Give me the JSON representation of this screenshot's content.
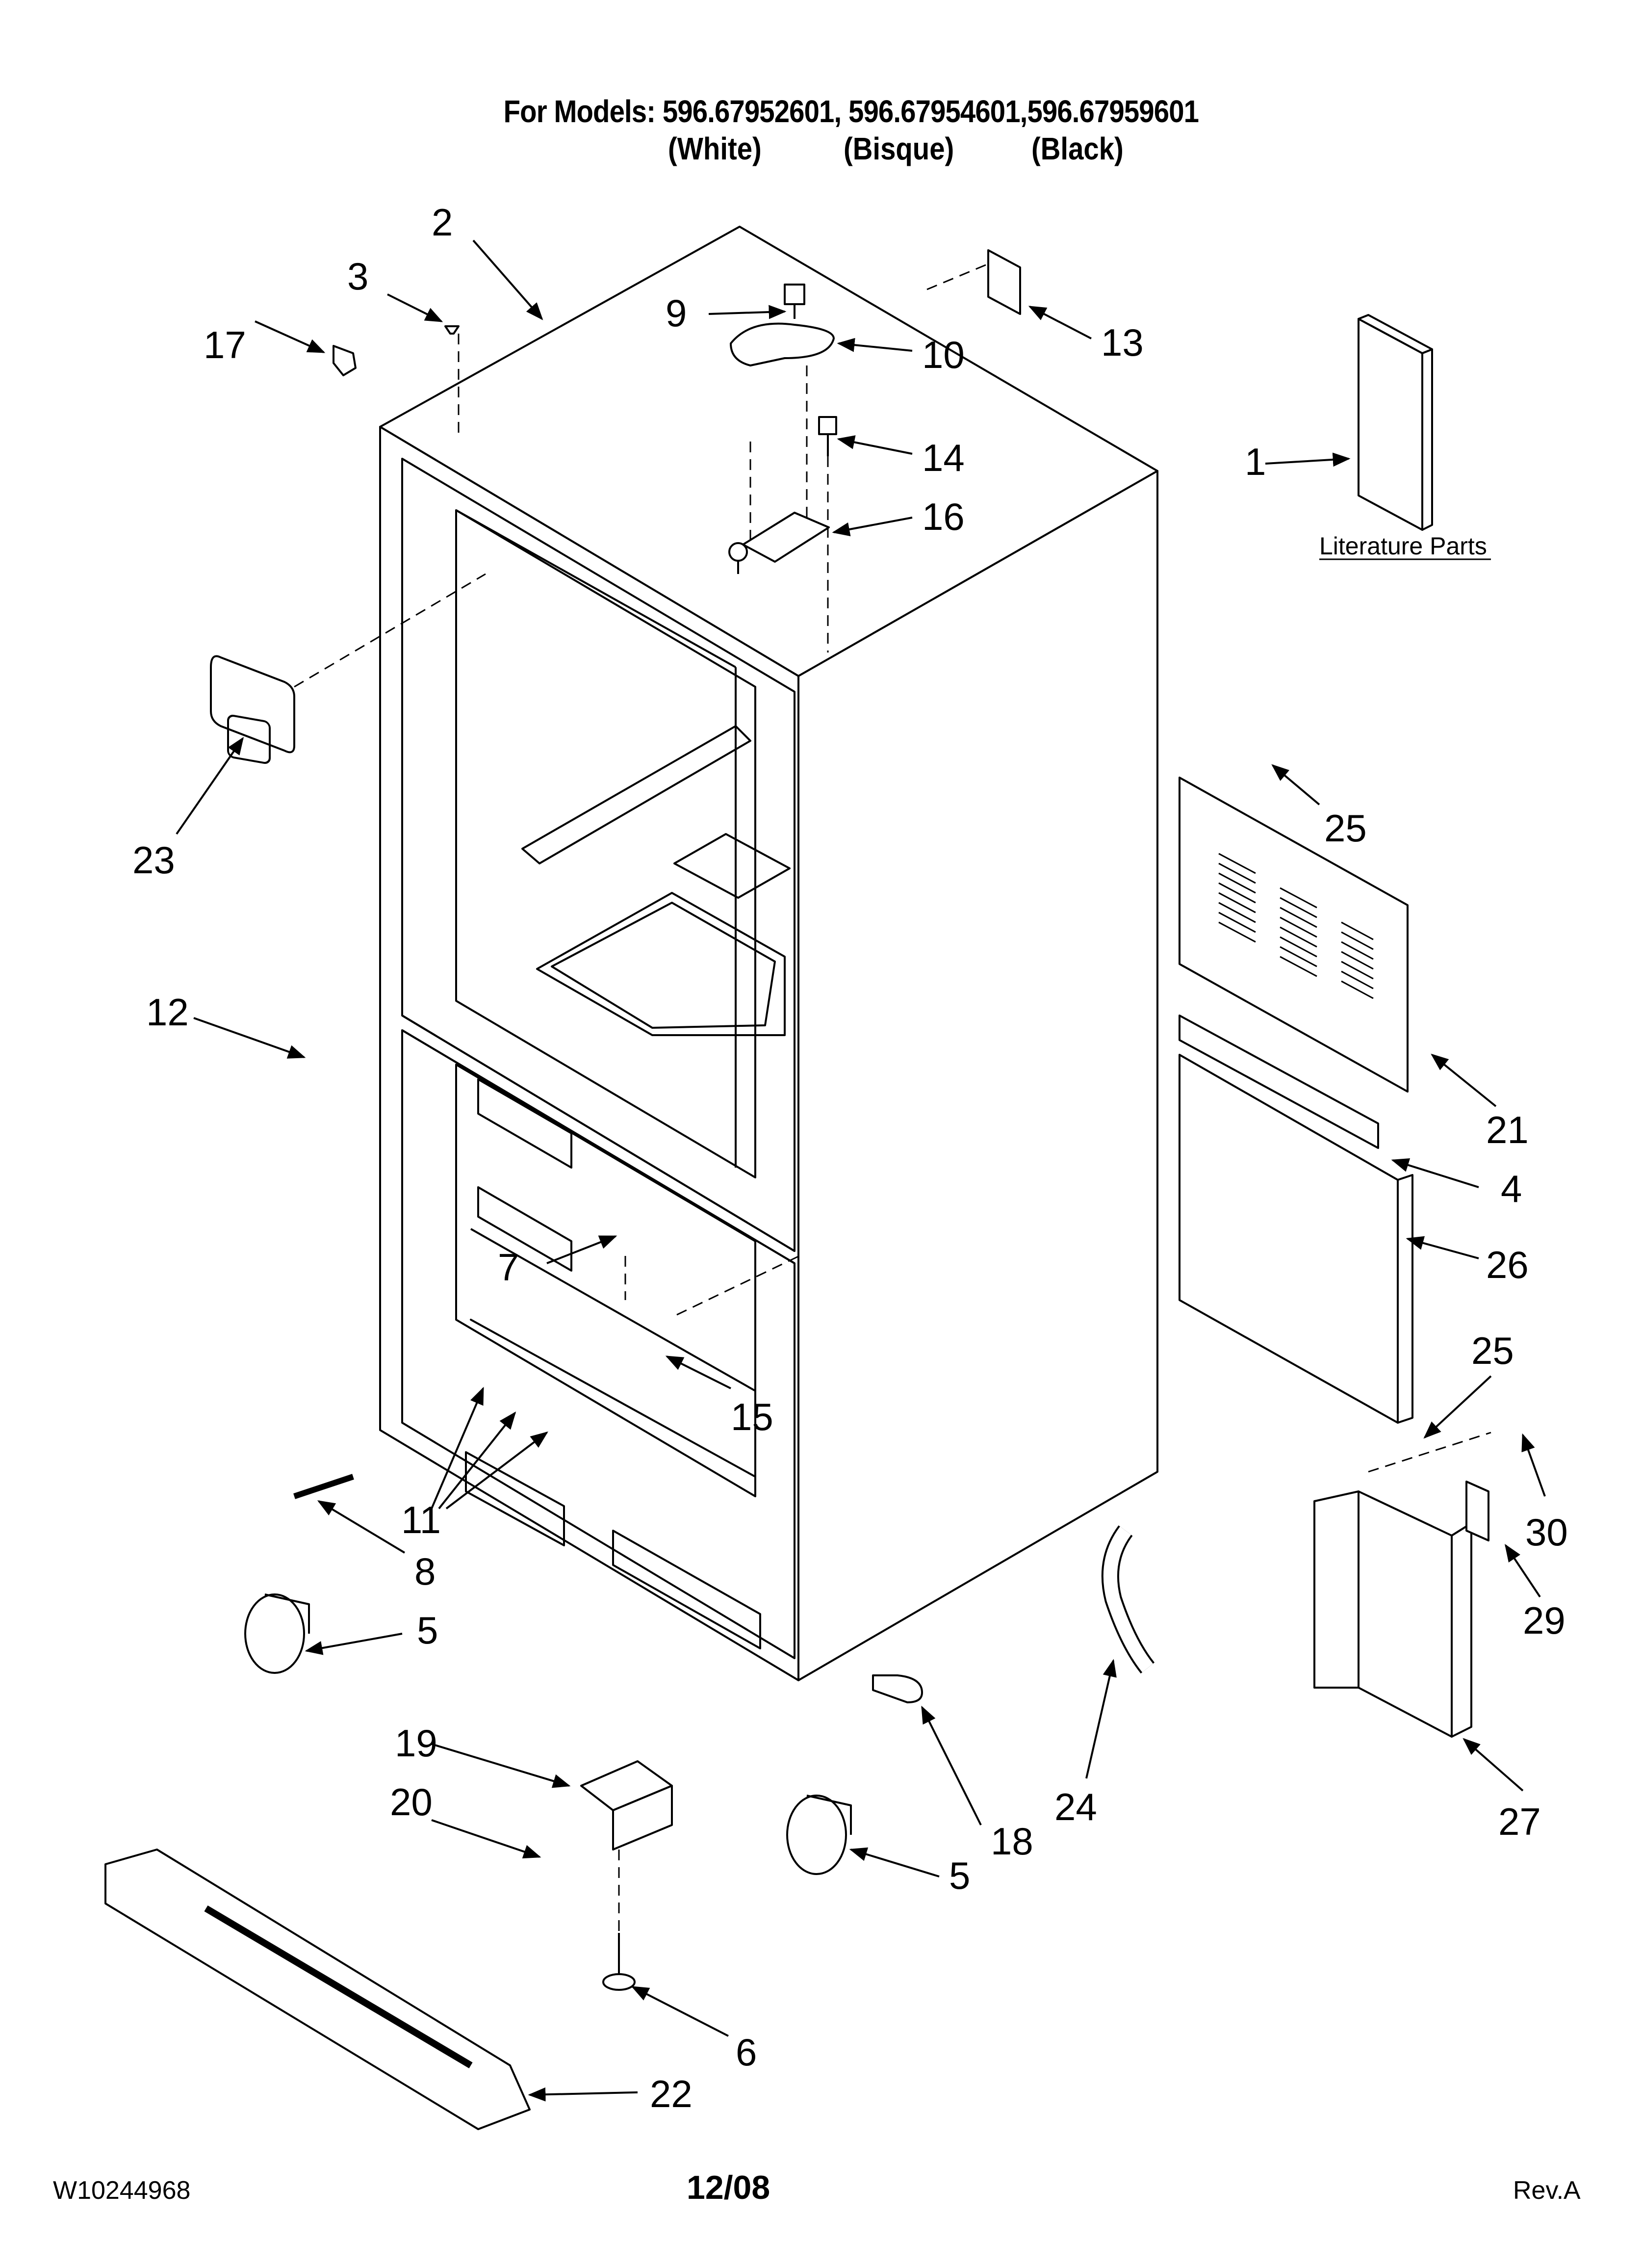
{
  "header": {
    "models": "For Models: 596.67952601, 596.67954601,596.67959601",
    "variants": [
      "(White)",
      "(Bisque)",
      "(Black)"
    ]
  },
  "literature_label": "Literature Parts",
  "callouts": [
    "1",
    "2",
    "3",
    "4",
    "5",
    "5",
    "6",
    "7",
    "8",
    "9",
    "10",
    "11",
    "12",
    "13",
    "14",
    "15",
    "16",
    "17",
    "18",
    "19",
    "20",
    "21",
    "22",
    "23",
    "24",
    "25",
    "25",
    "26",
    "27",
    "29",
    "30"
  ],
  "footer": {
    "doc_number": "W10244968",
    "date": "12/08",
    "revision": "Rev.A"
  }
}
